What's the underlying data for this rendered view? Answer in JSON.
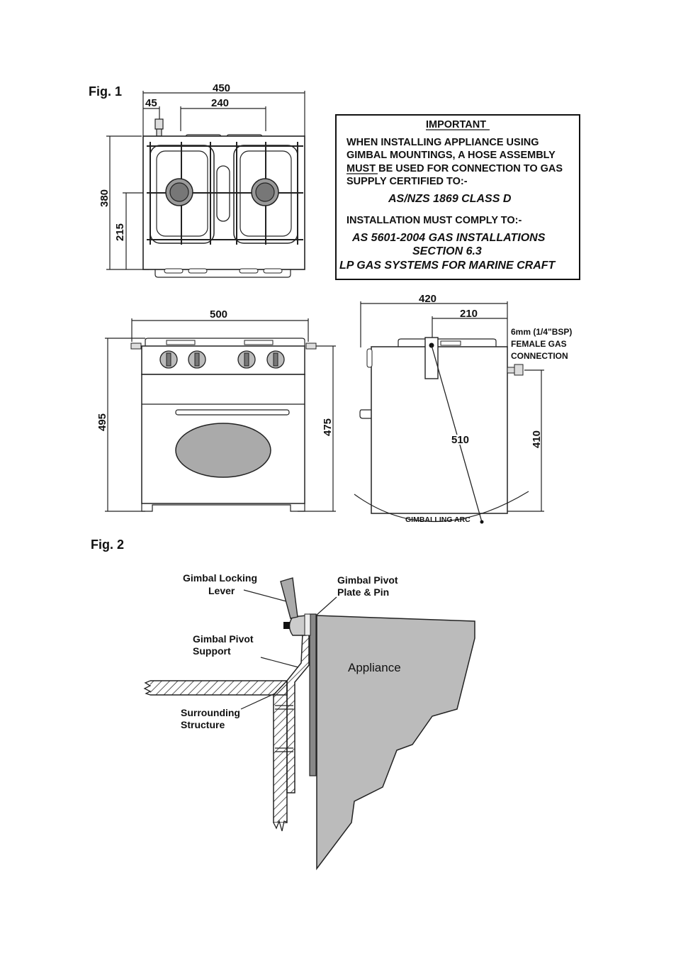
{
  "fig1": {
    "title": "Fig. 1",
    "top_view": {
      "width": "450",
      "offset": "45",
      "burner_span": "240",
      "depth": "380",
      "half_depth": "215"
    },
    "front_view": {
      "width": "500",
      "height": "495",
      "pivot_height": "475"
    },
    "side_view": {
      "width": "420",
      "pivot_offset": "210",
      "radius": "510",
      "connection_height": "410",
      "arc_label": "GIMBALLING ARC",
      "connection": [
        "6mm (1/4\"BSP)",
        "FEMALE GAS",
        "CONNECTION"
      ]
    }
  },
  "notice": {
    "heading": "IMPORTANT",
    "line1": "WHEN INSTALLING APPLIANCE USING",
    "line2": "GIMBAL MOUNTINGS, A HOSE ASSEMBLY",
    "line3_underlined": "MUST",
    "line3_rest": " BE USED FOR CONNECTION TO GAS",
    "line4": "SUPPLY CERTIFIED TO:-",
    "std1": "AS/NZS 1869 CLASS D",
    "line5": "INSTALLATION MUST COMPLY TO:-",
    "std2": "AS 5601-2004 GAS INSTALLATIONS",
    "std3": "SECTION 6.3",
    "std4": "LP GAS SYSTEMS FOR MARINE CRAFT"
  },
  "fig2": {
    "title": "Fig. 2",
    "lever": [
      "Gimbal Locking",
      "Lever"
    ],
    "plate": [
      "Gimbal Pivot",
      "Plate & Pin"
    ],
    "support": [
      "Gimbal Pivot",
      "Support"
    ],
    "appliance": "Appliance",
    "structure": [
      "Surrounding",
      "Structure"
    ]
  }
}
